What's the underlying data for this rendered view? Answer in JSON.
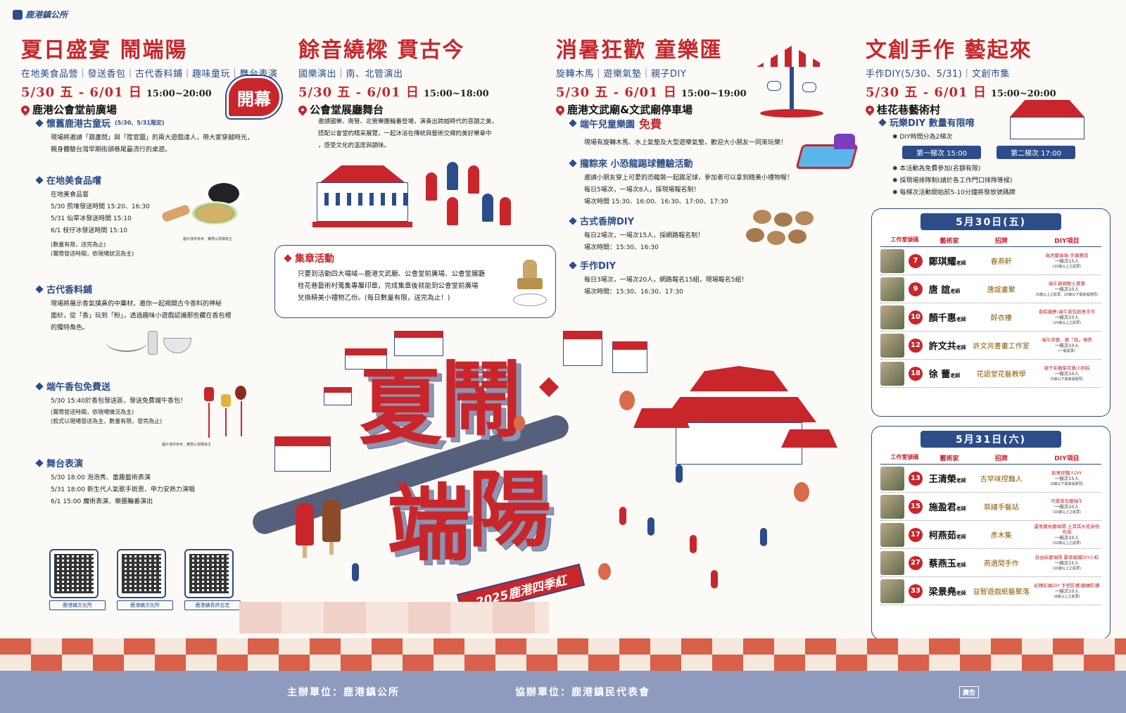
{
  "logo_text": "鹿港鎮公所",
  "col1": {
    "title": "夏日盛宴 鬧端陽",
    "subtitle": "在地美食品營｜發送香包｜古代香料鋪｜趣味童玩｜舞台表演",
    "date": "5/30 五 - 6/01 日",
    "time": "15:00~20:00",
    "venue": "鹿港公會堂前廣場",
    "badge": "開幕",
    "sections": [
      {
        "heading": "懷舊鹿港古童玩",
        "heading_note": "(5/30、5/31限定)",
        "lines": [
          "現場將邀請「葫蘆問」與「陞官圖」的兩大遊戲達人，帶大家穿越時光，",
          "親身體驗台灣早期街頭巷尾最流行的桌遊。"
        ]
      },
      {
        "heading": "在地美食品嚐",
        "lines": [
          "在地美食品嘗",
          "5/30 煎堆發送時間 15:20、16:30",
          "5/31 仙草冰發送時間 15:10",
          "6/1   枝仔冰發送時間 15:10"
        ],
        "notes": [
          "(數量有限，送完為止)",
          "(實際發送時間，依現場狀況為主)"
        ]
      },
      {
        "heading": "古代香料鋪",
        "lines": [
          "現場將展示香氣撲鼻的中藥材，邀你一起揭開古今香料的神秘",
          "面紗，從「香」玩到「粉」，透過趣味小遊戲認識那些藏在香包裡",
          "的獨特角色。"
        ]
      },
      {
        "heading": "端午香包免費送",
        "lines": [
          "5/30 15:40於香包發送區，發送免費端午香包！"
        ],
        "notes": [
          "(實際發送時間，依現場情況為主)",
          "(款式以現場發送為主，數量有限，發完為止)"
        ]
      },
      {
        "heading": "舞台表演",
        "lines": [
          "5/30 18:00 泡泡秀、童趣藝術表演",
          "5/31 18:00 新生代人氣歌手斑恩、申力安熱力演唱",
          "6/1   15:00 魔術表演、樂團輪番演出"
        ]
      }
    ],
    "photo_caption1": "圖片僅供參考，實際以現場為主",
    "photo_caption2": "圖片僅供參考，實際以現場為主"
  },
  "col2": {
    "title": "餘音繞樑 貫古今",
    "subtitle": "國樂演出｜南、北管演出",
    "date": "5/30 五 - 6/01 日",
    "time": "15:00~18:00",
    "venue": "公會堂展廳舞台",
    "lines": [
      "邀請國樂、南管、北管樂團輪番登場，演奏出跨越時代的音韻之美，",
      "搭配公會堂的精采展覽，一起沐浴在傳統與藝術交織的美好樂章中",
      "，感受文化的溫度與韻味。"
    ],
    "stamp": {
      "heading": "集章活動",
      "lines": [
        "只要到活動四大場域—鹿港文武廟、公會堂前廣場、公會堂展廳",
        "桂花巷藝術村蒐集專屬印章，完成集章後就能到公會堂前廣場",
        "兌換精美小禮物乙份。(每日數量有限，送完為止！)"
      ]
    }
  },
  "col3": {
    "title": "消暑狂歡 童樂匯",
    "subtitle": "旋轉木馬｜遊樂氣墊｜親子DIY",
    "date": "5/30 五 - 6/01 日",
    "time": "15:00~19:00",
    "venue": "鹿港文武廟&文武廟停車場",
    "sections": [
      {
        "heading": "端午兒童樂園",
        "heading_red": "免費",
        "lines": [
          "現場有旋轉木馬、水上氣墊及大型遊樂氣墊，歡迎大小朋友一同來玩樂！"
        ]
      },
      {
        "heading": "攏粽來 小恐龍踢球體驗活動",
        "lines": [
          "邀請小朋友穿上可愛的恐龍裝一起踢足球，參加者可以拿到精美小禮物喔！",
          "每日5場次，一場次8人，採現場報名制！",
          "場次時間 15:30、16:00、16:30、17:00、17:30"
        ]
      },
      {
        "heading": "古式香牌DIY",
        "lines": [
          "每日2場次，一場次15人，採網路報名制！",
          "場次時間：15:30、16:30"
        ]
      },
      {
        "heading": "手作DIY",
        "lines": [
          "每日3場次，一場次20人，網路報名15組，現場報名5組！",
          "場次時間：15:30、16:30、17:30"
        ]
      }
    ]
  },
  "col4": {
    "title": "文創手作 藝起來",
    "subtitle": "手作DIY(5/30、5/31)｜文創市集",
    "date": "5/30 五 - 6/01 日",
    "time": "15:00~20:00",
    "venue": "桂花巷藝術村",
    "heading": "玩樂DIY 數量有限唷",
    "slot_intro": "✱ DIY時間分為2梯次",
    "slot1": "第一梯次 15:00",
    "slot2": "第二梯次 17:00",
    "notes": [
      "✱ 本活動為免費參加(名額有限)",
      "✱ 採現場排隊制(請於各工作門口排隊等候)",
      "✱ 每梯次活動開始前5-10分鐘將發放號碼牌"
    ]
  },
  "tables": {
    "headers": [
      "工作室號碼",
      "藝術家",
      "招牌",
      "DIY項目"
    ],
    "day1": {
      "title": "5月30日(五)",
      "rows": [
        {
          "num": "7",
          "artist": "鄭琪耀",
          "suffix": "老師",
          "brand": "春燕軒",
          "diy": "端虎慶端端-手繪團扇",
          "diy_note": "一梯次15人",
          "diy_note2": "(10歲以上之民眾)"
        },
        {
          "num": "9",
          "artist": "唐  誼",
          "suffix": "老師",
          "brand": "唐誼畫聚",
          "diy": "端午親親動土寶寶",
          "diy_note": "一梯次10人",
          "diy_note2": "(5歲以上之民眾、10歲以下需家長陪同)"
        },
        {
          "num": "10",
          "artist": "顏千惠",
          "suffix": "老師",
          "brand": "醉衣樓",
          "diy": "香粽纏夢-端午香包創意手作",
          "diy_note": "一梯次10人",
          "diy_note2": "(10歲以上之民眾)"
        },
        {
          "num": "12",
          "artist": "許文共",
          "suffix": "老師",
          "brand": "許文共書畫工作室",
          "diy": "端午評喜、藝「扇」傳貴",
          "diy_note": "一梯次10人",
          "diy_note2": "(一般民眾)"
        },
        {
          "num": "18",
          "artist": "徐  蕾",
          "suffix": "老師",
          "brand": "花語堂花藝教學",
          "diy": "親子系雛菊花藝小肉粽",
          "diy_note": "一梯次10人",
          "diy_note2": "(5歲以下需家長陪同)"
        }
      ]
    },
    "day2": {
      "title": "5月31日(六)",
      "rows": [
        {
          "num": "13",
          "artist": "王清榮",
          "suffix": "老師",
          "brand": "古早味捏麵人",
          "diy": "創意捏麵人DIY",
          "diy_note": "一梯次15人",
          "diy_note2": "(5歲以下需家長陪同)"
        },
        {
          "num": "15",
          "artist": "施盈君",
          "suffix": "老師",
          "brand": "菲繡手藝站",
          "diy": "可愛香包慶端午",
          "diy_note": "一梯次10人",
          "diy_note2": "(10歲以上之民眾)"
        },
        {
          "num": "17",
          "artist": "柯燕茹",
          "suffix": "老師",
          "brand": "彥木集",
          "diy": "盧意慶裕慶端陽 土耳其水拓染帆布袋",
          "diy_note": "一梯次10人",
          "diy_note2": "(10歲以上之民眾)"
        },
        {
          "num": "27",
          "artist": "蔡燕玉",
          "suffix": "老師",
          "brand": "燕遇閒手作",
          "diy": "自由綵慶端陽 蘭草編織DIY小粽",
          "diy_note": "一梯次15人",
          "diy_note2": "(10歲以上之民眾)"
        },
        {
          "num": "33",
          "artist": "梁景堯",
          "suffix": "老師",
          "brand": "益智遊戲紙藝聚落",
          "diy": "紀穗彩繪DIY 手把陀螺/翻轉陀螺",
          "diy_note": "一梯次10人",
          "diy_note2": "(6歲以上之民眾)"
        }
      ]
    }
  },
  "center": {
    "big_chars": [
      "夏",
      "鬧",
      "端",
      "陽"
    ],
    "ribbon": "2025鹿港四季紅"
  },
  "qrcodes": [
    {
      "label": "鹿港鎮文化所"
    },
    {
      "label": "鹿港鎮文化所"
    },
    {
      "label": "鹿港鎮長許志宏"
    }
  ],
  "footer": {
    "organizer": "主辦單位：鹿港鎮公所",
    "co_organizer": "協辦單位：鹿港鎮民代表會",
    "ad": "廣告"
  },
  "colors": {
    "accent_red": "#c8262b",
    "navy": "#2c4d8a",
    "footer": "#8e9bbf"
  }
}
